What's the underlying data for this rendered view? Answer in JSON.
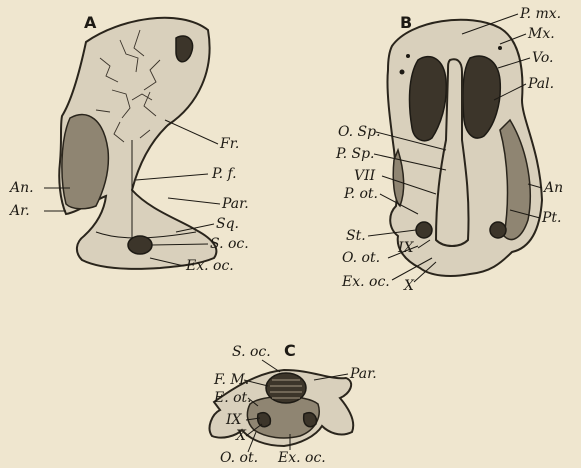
{
  "panels": {
    "a": {
      "letter": "A",
      "labels": {
        "fr": "Fr.",
        "pf": "P. f.",
        "an": "An.",
        "ar": "Ar.",
        "par": "Par.",
        "sq": "Sq.",
        "soc": "S. oc.",
        "exoc": "Ex. oc."
      }
    },
    "b": {
      "letter": "B",
      "labels": {
        "pmx": "P. mx.",
        "mx": "Mx.",
        "vo": "Vo.",
        "pal": "Pal.",
        "osp": "O. Sp.",
        "psp": "P. Sp.",
        "vii": "VII",
        "pot": "P. ot.",
        "an": "An",
        "pt": "Pt.",
        "st": "St.",
        "oot": "O. ot.",
        "ix": "IX",
        "exoc": "Ex. oc.",
        "x": "X"
      }
    },
    "c": {
      "letter": "C",
      "labels": {
        "soc": "S. oc.",
        "par": "Par.",
        "fm": "F. M.",
        "eot": "E. ot.",
        "ix": "IX",
        "x": "X",
        "oot": "O. ot.",
        "exoc": "Ex. oc."
      }
    }
  }
}
